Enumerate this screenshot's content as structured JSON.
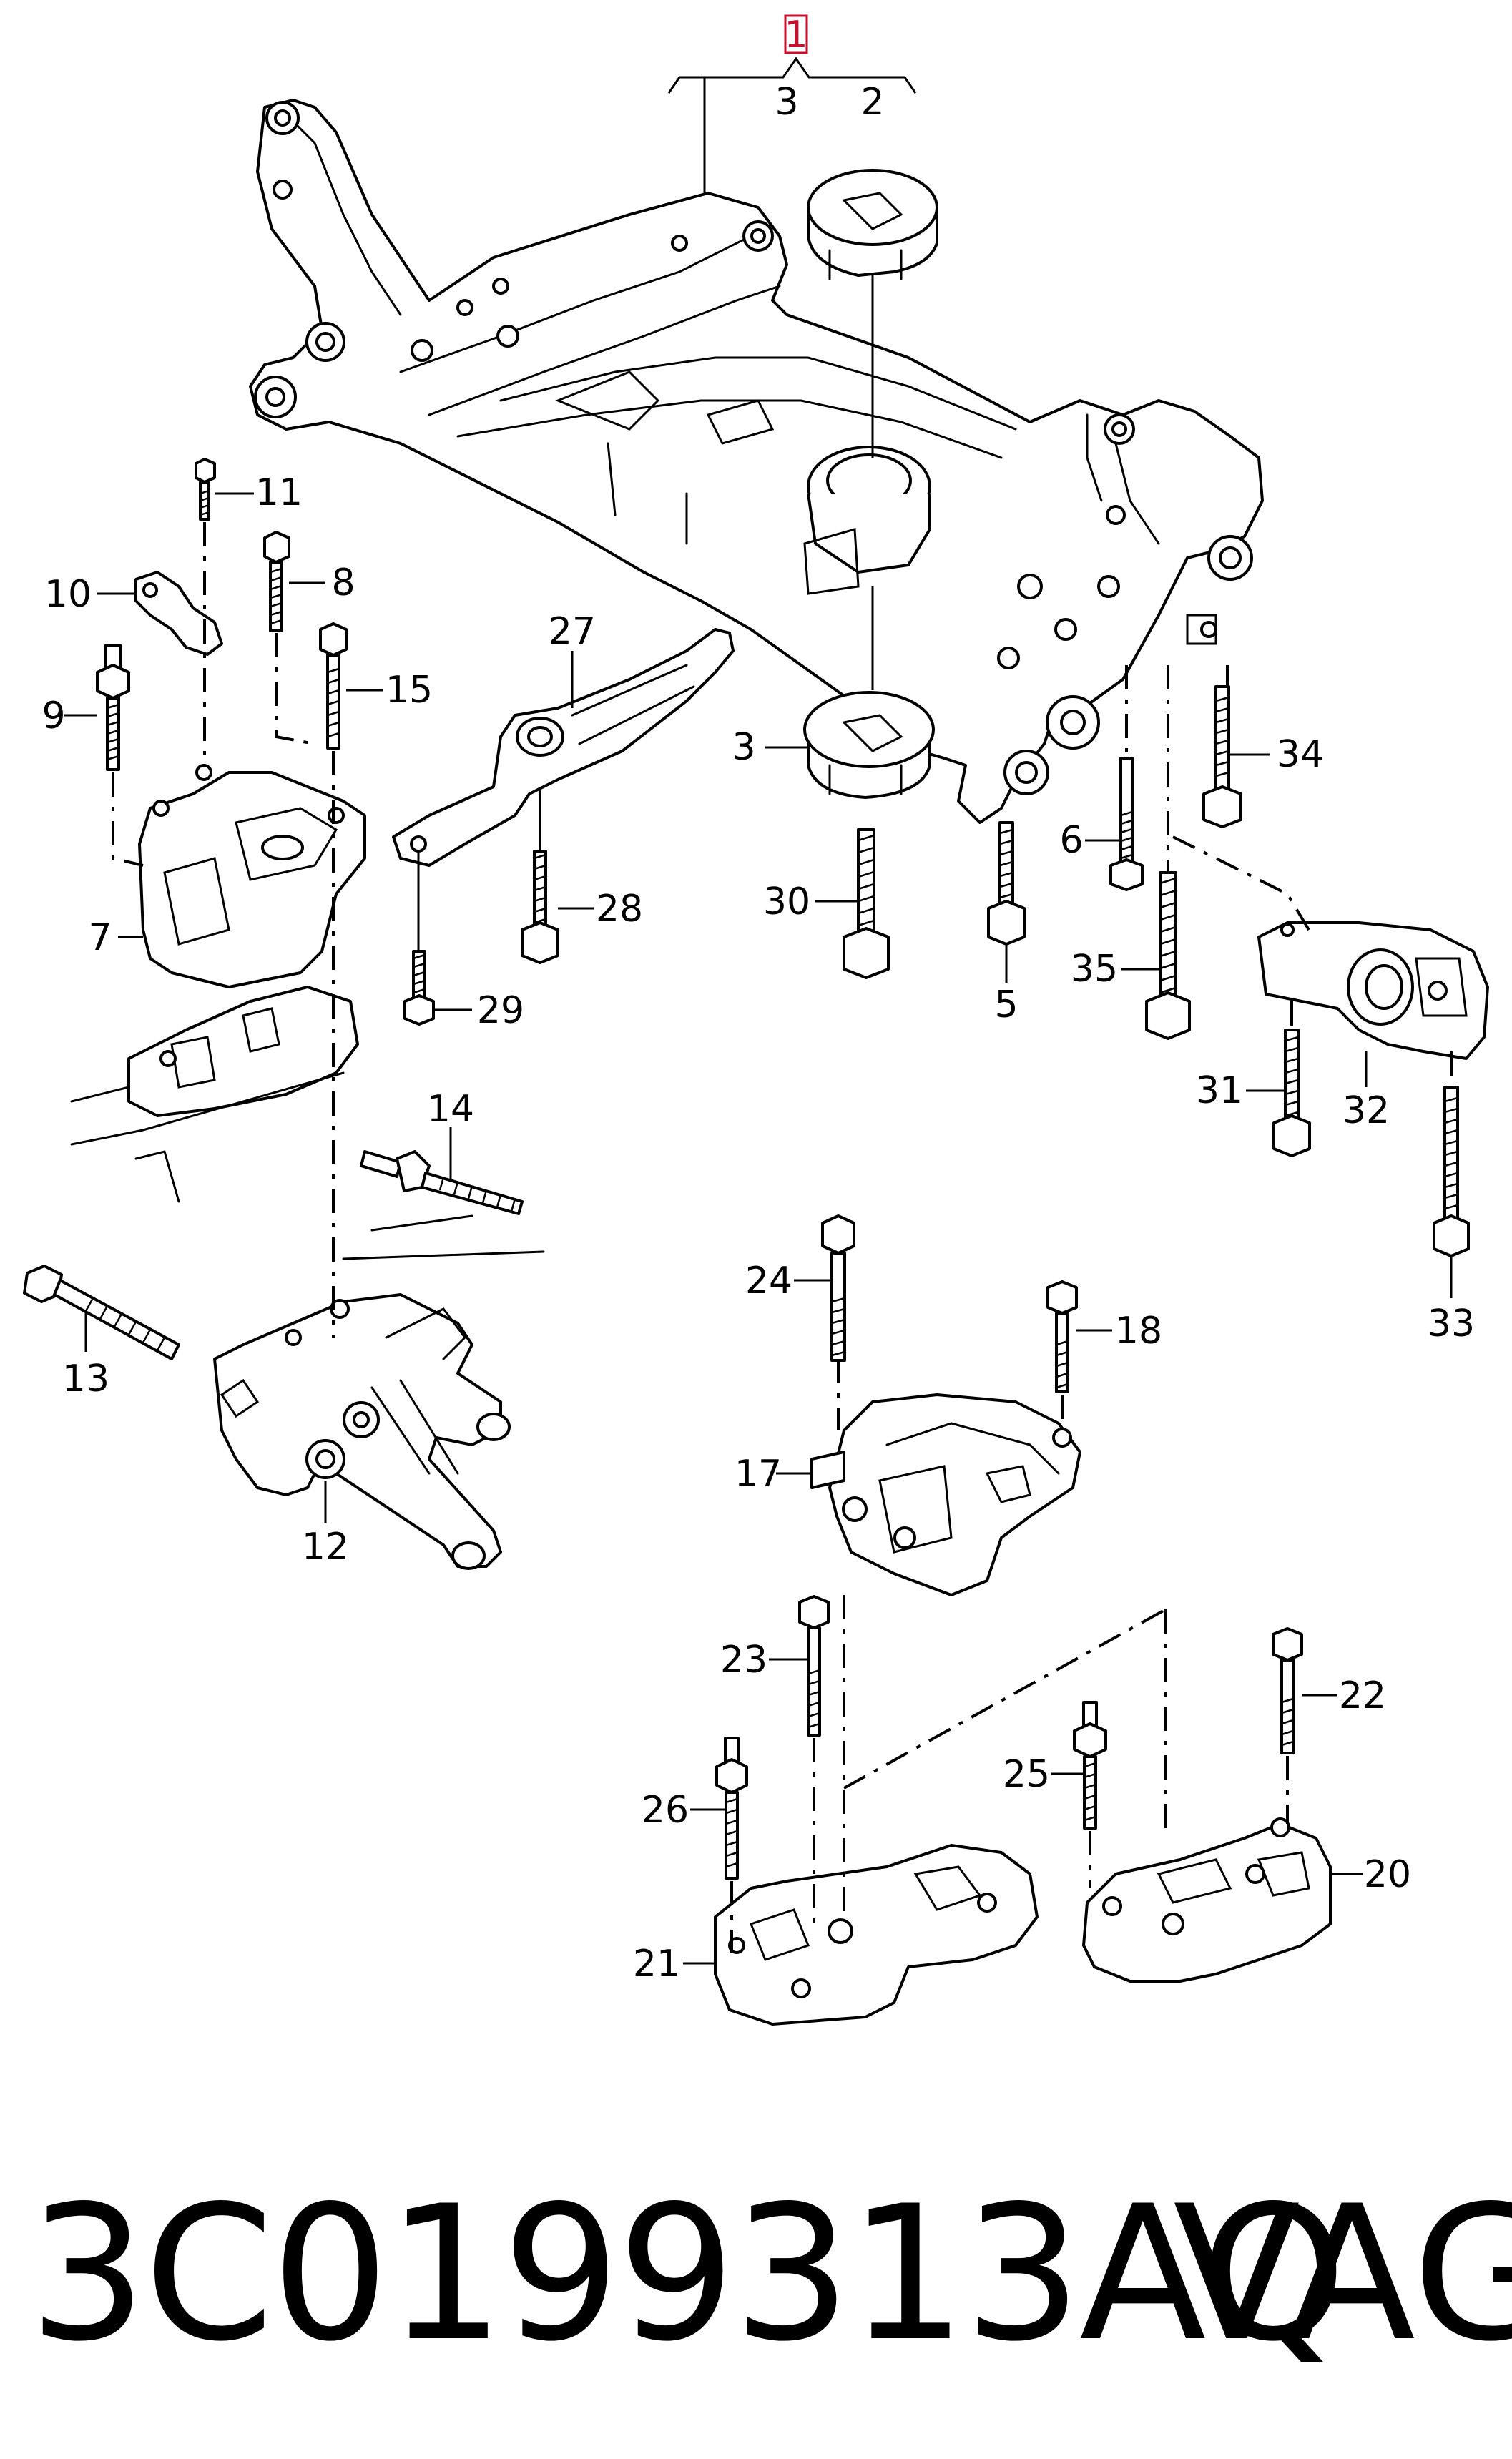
{
  "diagram": {
    "reference_box": "1",
    "callouts": {
      "c2": "2",
      "c3a": "3",
      "c3b": "3",
      "c5": "5",
      "c6": "6",
      "c7": "7",
      "c8": "8",
      "c9": "9",
      "c10": "10",
      "c11": "11",
      "c12": "12",
      "c13": "13",
      "c14": "14",
      "c15": "15",
      "c17": "17",
      "c18": "18",
      "c20": "20",
      "c21": "21",
      "c22": "22",
      "c23": "23",
      "c24": "24",
      "c25": "25",
      "c26": "26",
      "c27": "27",
      "c28": "28",
      "c29": "29",
      "c30": "30",
      "c31": "31",
      "c32": "32",
      "c33": "33",
      "c34": "34",
      "c35": "35"
    }
  },
  "footer": {
    "part_number": "3C0199313AQ",
    "brand": "VAG"
  }
}
